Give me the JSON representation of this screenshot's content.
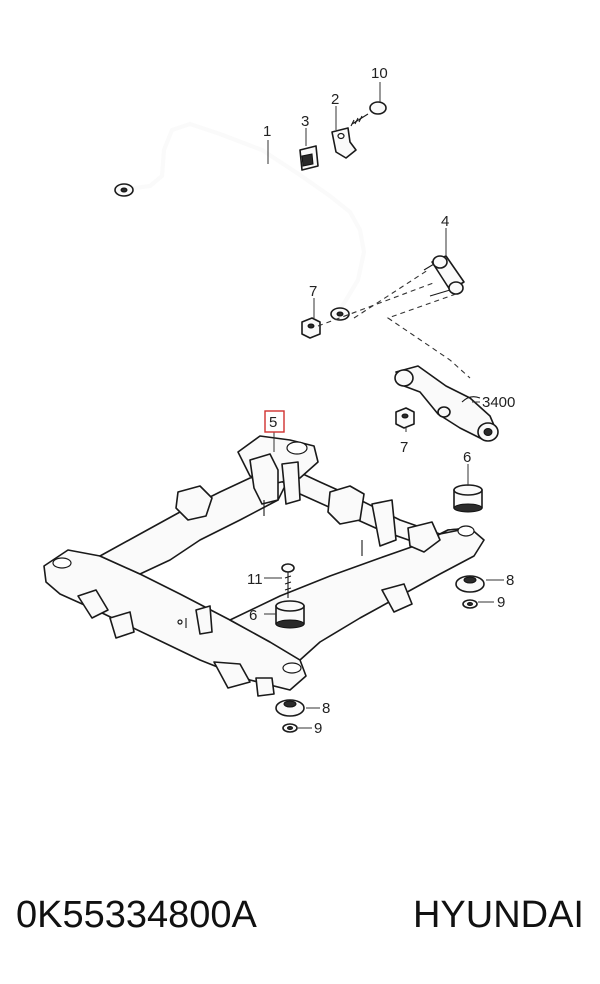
{
  "labels": {
    "p1": "1",
    "p2": "2",
    "p3": "3",
    "p4": "4",
    "p5": "5",
    "p6a": "6",
    "p6b": "6",
    "p7a": "7",
    "p7b": "7",
    "p8a": "8",
    "p8b": "8",
    "p9a": "9",
    "p9b": "9",
    "p10": "10",
    "p11": "11",
    "ref": "3400"
  },
  "highlight_color": "#d0302f",
  "caption": {
    "part_number": "0K55334800A",
    "brand": "HYUNDAI"
  }
}
